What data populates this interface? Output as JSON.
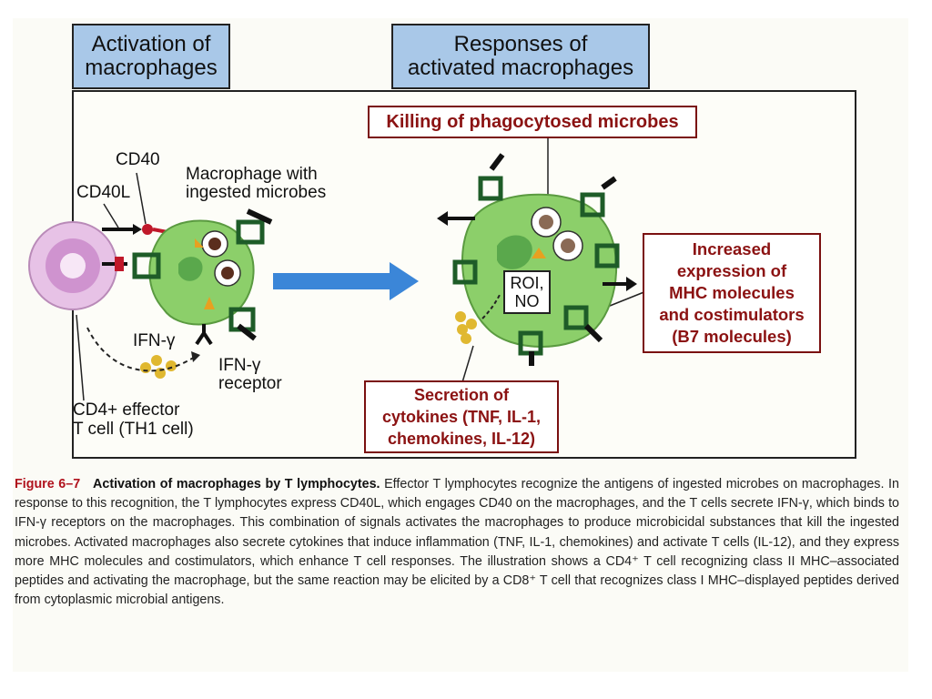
{
  "headers": {
    "activation": "Activation of\nmacrophages",
    "responses": "Responses of\nactivated macrophages"
  },
  "boxes": {
    "killing": "Killing of phagocytosed microbes",
    "mhc": "Increased\nexpression of\nMHC molecules\nand costimulators\n(B7 molecules)",
    "secretion": "Secretion of\ncytokines (TNF, IL-1,\nchemokines, IL-12)"
  },
  "labels": {
    "cd40": "CD40",
    "cd40l": "CD40L",
    "macrophage": "Macrophage with\ningested microbes",
    "ifn": "IFN-γ",
    "ifn_receptor": "IFN-γ\nreceptor",
    "tcell_line1": "CD4+ effector",
    "tcell_line2": "T cell (TH1 cell)",
    "roi": "ROI,\nNO"
  },
  "caption": {
    "label": "Figure 6–7",
    "title": "Activation of macrophages by T lymphocytes.",
    "text": "Effector T lymphocytes recognize the antigens of ingested microbes on macrophages. In response to this recognition, the T lymphocytes express CD40L, which engages CD40 on the macrophages, and the T cells secrete IFN-γ, which binds to IFN-γ receptors on the macrophages. This combination of signals activates the macrophages to produce microbicidal substances that kill the ingested microbes. Activated macrophages also secrete cytokines that induce inflammation (TNF, IL-1, chemokines) and activate T cells (IL-12), and they express more MHC molecules and costimulators, which enhance T cell responses. The illustration shows a CD4⁺ T cell recognizing class II MHC–associated peptides and activating the macrophage, but the same reaction may be elicited by a CD8⁺ T cell that recognizes class I MHC–displayed peptides derived from cytoplasmic microbial antigens."
  },
  "colors": {
    "header_fill": "#a9c8e8",
    "box_text": "#8b1212",
    "macrophage": "#8ccf6a",
    "tcell": "#d9a8d8",
    "arrow": "#3b86d8",
    "cytokine": "#e0b830"
  }
}
